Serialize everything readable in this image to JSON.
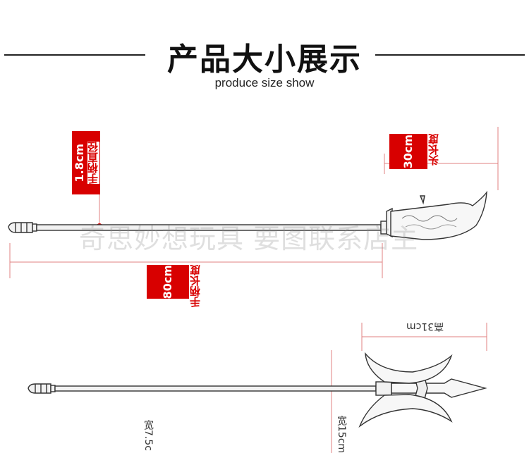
{
  "header": {
    "title": "产品大小展示",
    "subtitle": "produce size show"
  },
  "labels": {
    "grip_diameter_text": "手柄直径",
    "grip_diameter_value": "1.8cm",
    "head_length_text": "头长度",
    "head_length_value": "30cm",
    "handle_length_text": "手柄长度",
    "handle_length_value": "80cm",
    "height_label": "高31cm",
    "width_15_label": "宽15cm",
    "width_75_label": "宽7.5c"
  },
  "watermark": "奇思妙想玩具 要图联系店主",
  "colors": {
    "accent": "#d80000",
    "dimension_line": "#e08080",
    "outline": "#333333"
  }
}
